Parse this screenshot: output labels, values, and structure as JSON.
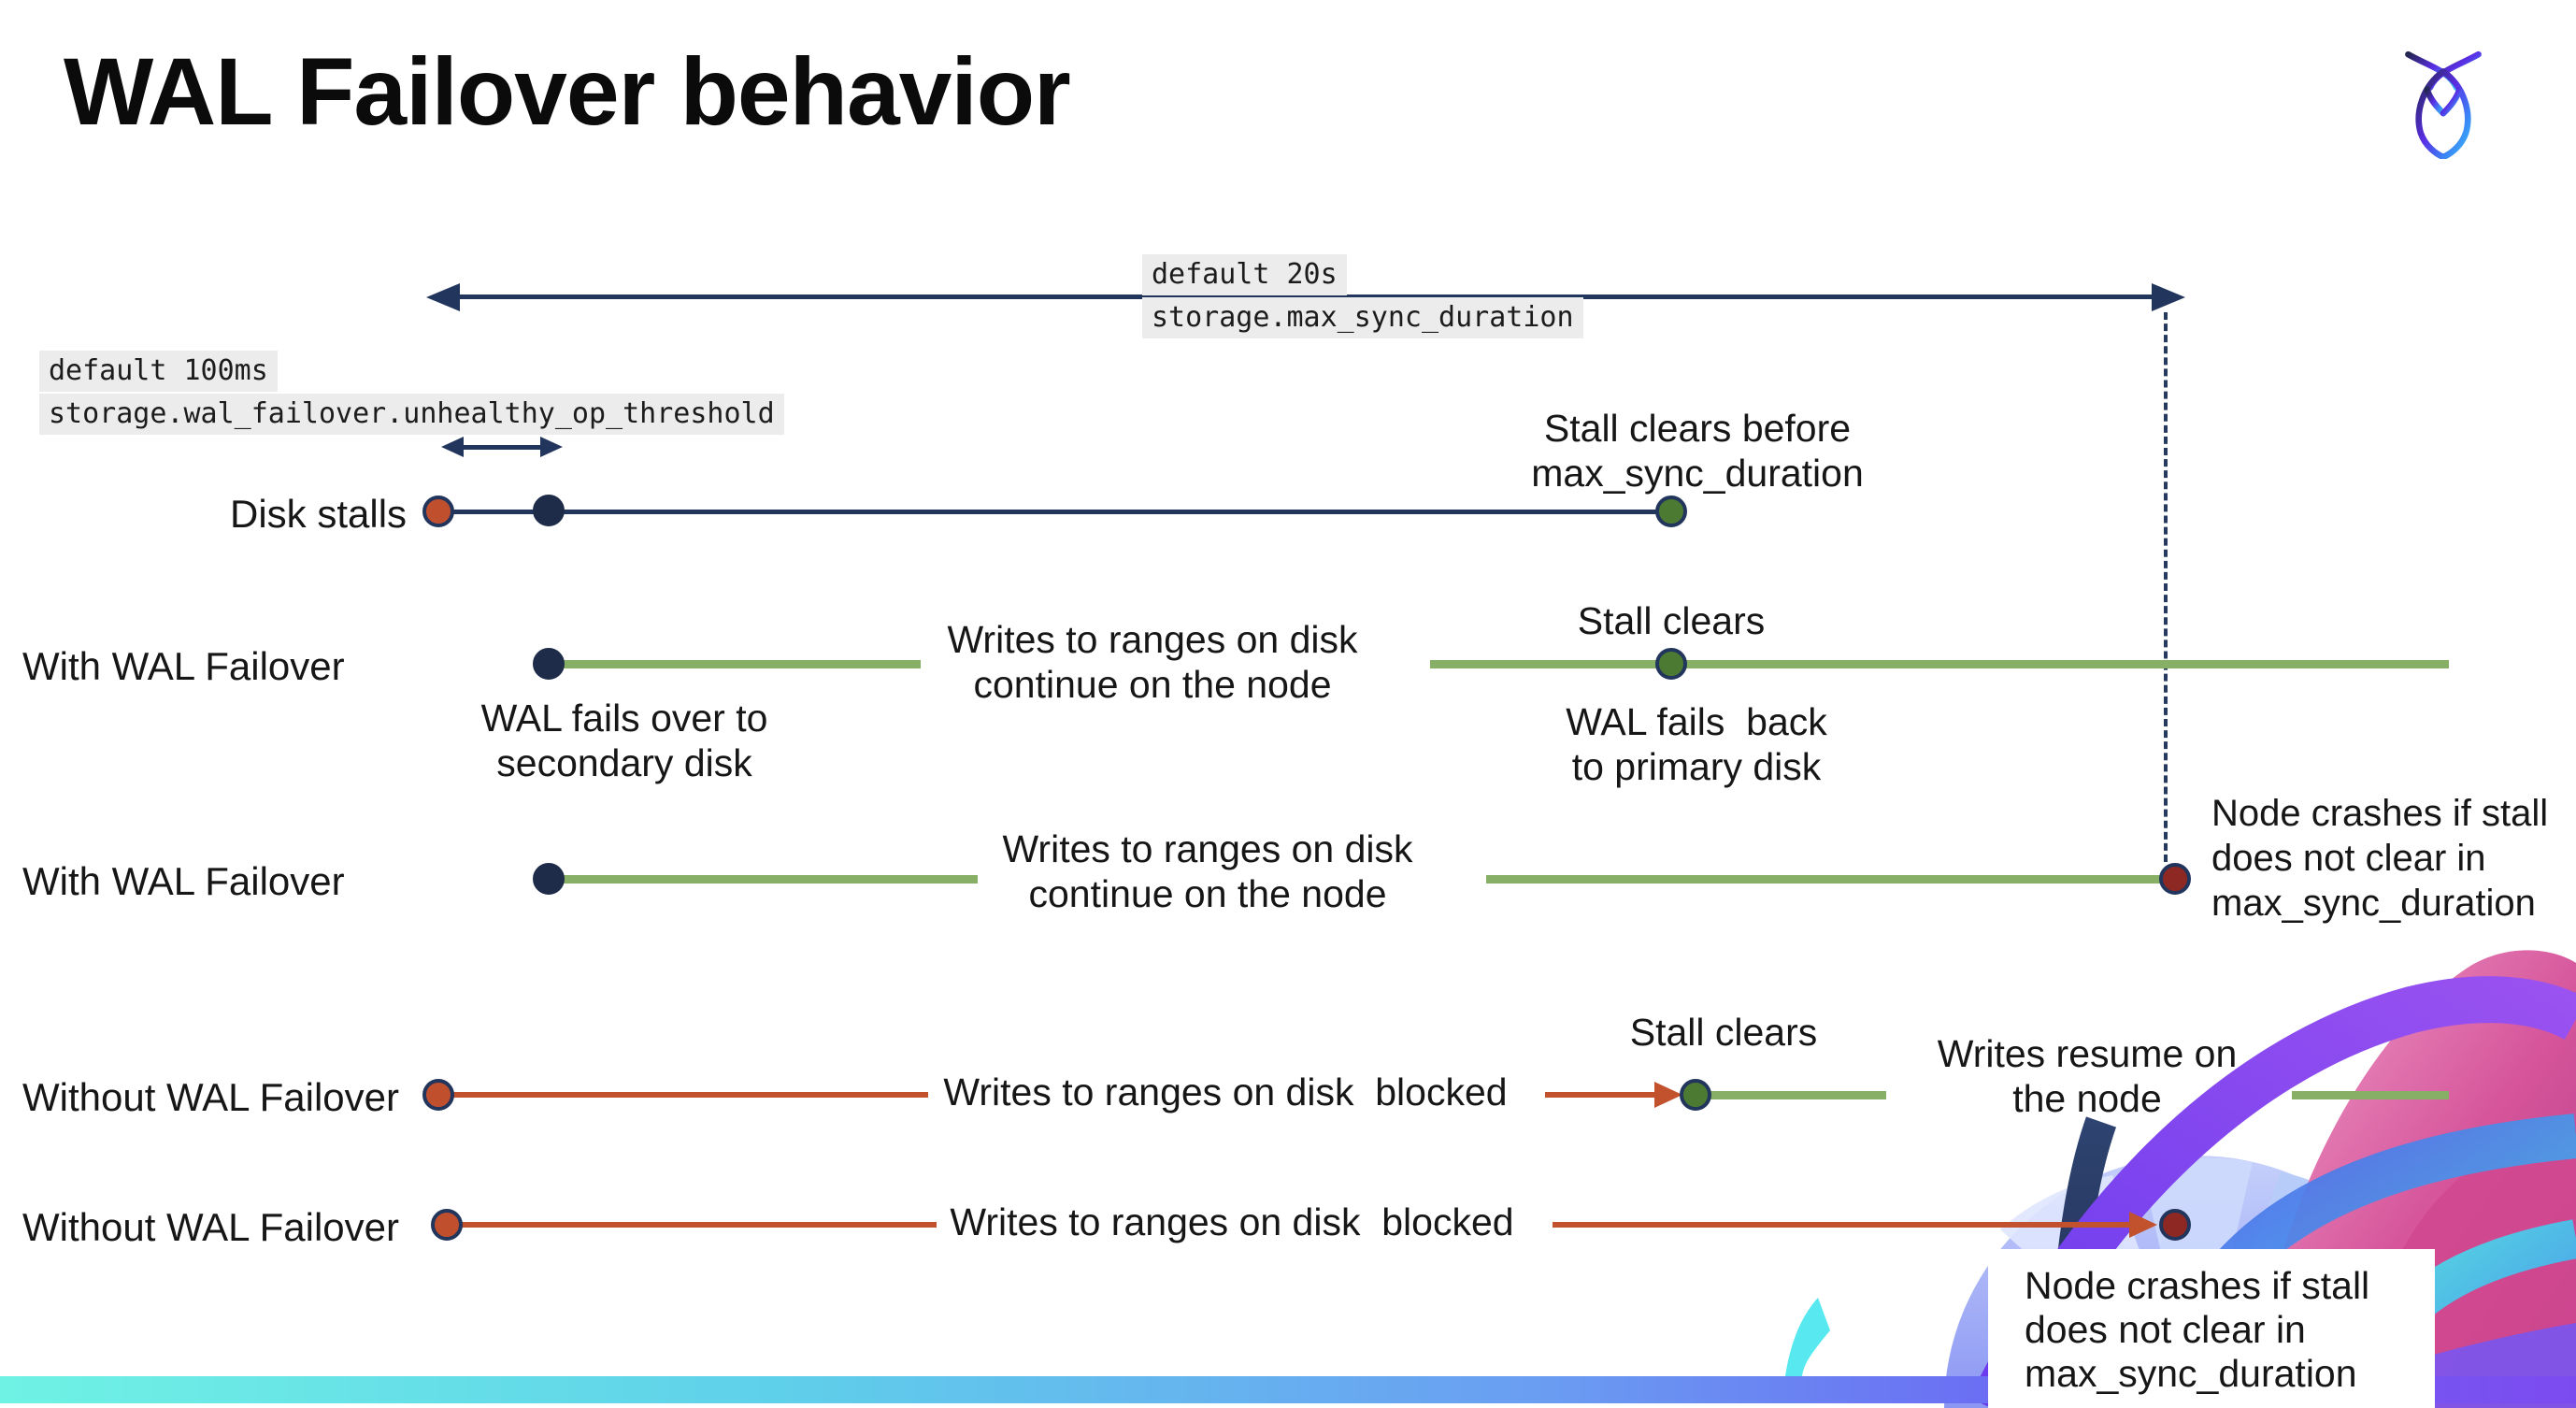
{
  "title": "WAL Failover behavior",
  "logo": "cockroach-labs-logo",
  "config_labels": {
    "max_sync_duration": {
      "default_value": "default 20s",
      "setting": "storage.max_sync_duration"
    },
    "unhealthy_op_threshold": {
      "default_value": "default 100ms",
      "setting": "storage.wal_failover.unhealthy_op_threshold"
    }
  },
  "rows": [
    {
      "label": "Disk stalls"
    },
    {
      "label": "With WAL Failover"
    },
    {
      "label": "With WAL Failover"
    },
    {
      "label": "Without WAL Failover"
    },
    {
      "label": "Without WAL Failover"
    }
  ],
  "annotations": {
    "stall_clears_before": [
      "Stall clears before",
      "max_sync_duration"
    ],
    "writes_continue": [
      "Writes to ranges on disk",
      "continue on the node"
    ],
    "stall_clears": "Stall clears",
    "wal_fails_over": [
      "WAL fails over to",
      "secondary disk"
    ],
    "wal_fails_back": [
      "WAL fails  back",
      "to primary disk"
    ],
    "writes_blocked": "Writes to ranges on disk  blocked",
    "writes_resume": [
      "Writes resume on",
      "the node"
    ],
    "node_crashes": [
      "Node crashes if stall",
      "does not clear in",
      "max_sync_duration"
    ]
  },
  "colors": {
    "navy": "#22355c",
    "green_line": "#87af66",
    "green_dot": "#4d7a33",
    "red_line": "#c2512d",
    "red_dot": "#c04f2e",
    "dark_red_dot": "#8e2823",
    "code_bg": "#ececec",
    "footer_gradient": [
      "#6ff2e4",
      "#5fd0ea",
      "#6a9df2",
      "#6b6cf3",
      "#7c4bf0"
    ]
  }
}
